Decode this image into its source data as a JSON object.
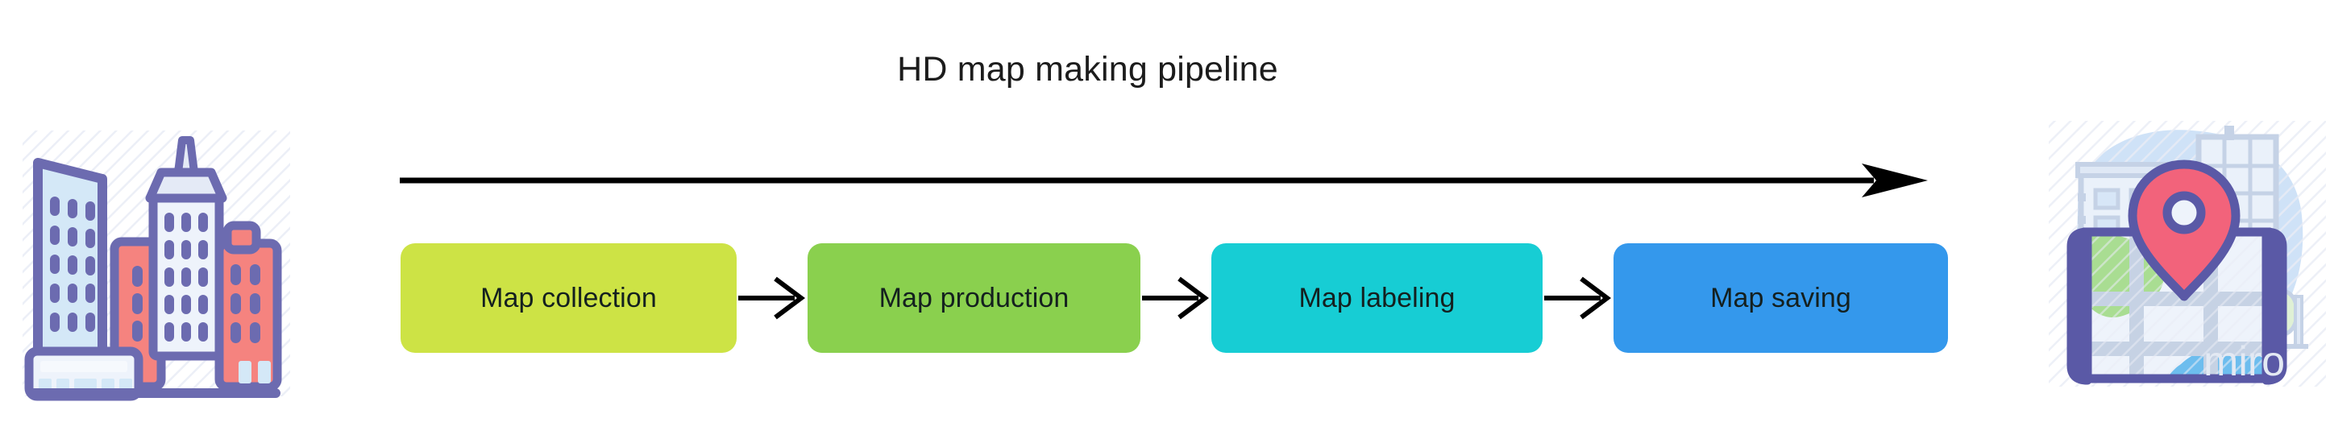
{
  "title": "HD map making pipeline",
  "background_color": "#ffffff",
  "direction_arrow": {
    "name": "left-to-right-progress-arrow",
    "color": "#000000",
    "direction": "right"
  },
  "pipeline": {
    "stages": [
      {
        "label": "Map collection",
        "color": "#cde345",
        "text_color": "#14201f"
      },
      {
        "label": "Map production",
        "color": "#8ad04e",
        "text_color": "#14201f"
      },
      {
        "label": "Map labeling",
        "color": "#17cdd4",
        "text_color": "#14201f"
      },
      {
        "label": "Map saving",
        "color": "#3498ec",
        "text_color": "#14201f"
      }
    ],
    "connector": {
      "name": "arrow-connector",
      "color": "#000000",
      "count": 3
    }
  },
  "illustrations": {
    "left": {
      "name": "city-buildings-icon",
      "alt": "City skyline with skyscrapers",
      "outline_color": "#6c6bb0",
      "glass_color": "#d4e8f7",
      "accent_color": "#f07171"
    },
    "right": {
      "name": "map-location-icon",
      "alt": "Folded map with location pin over city buildings",
      "outline_color": "#5a59a6",
      "pin_color": "#f2637b",
      "paper_color": "#eef2fa",
      "water_color": "#61b8ec",
      "park_color": "#9fd88a",
      "watermark": "miro"
    }
  }
}
